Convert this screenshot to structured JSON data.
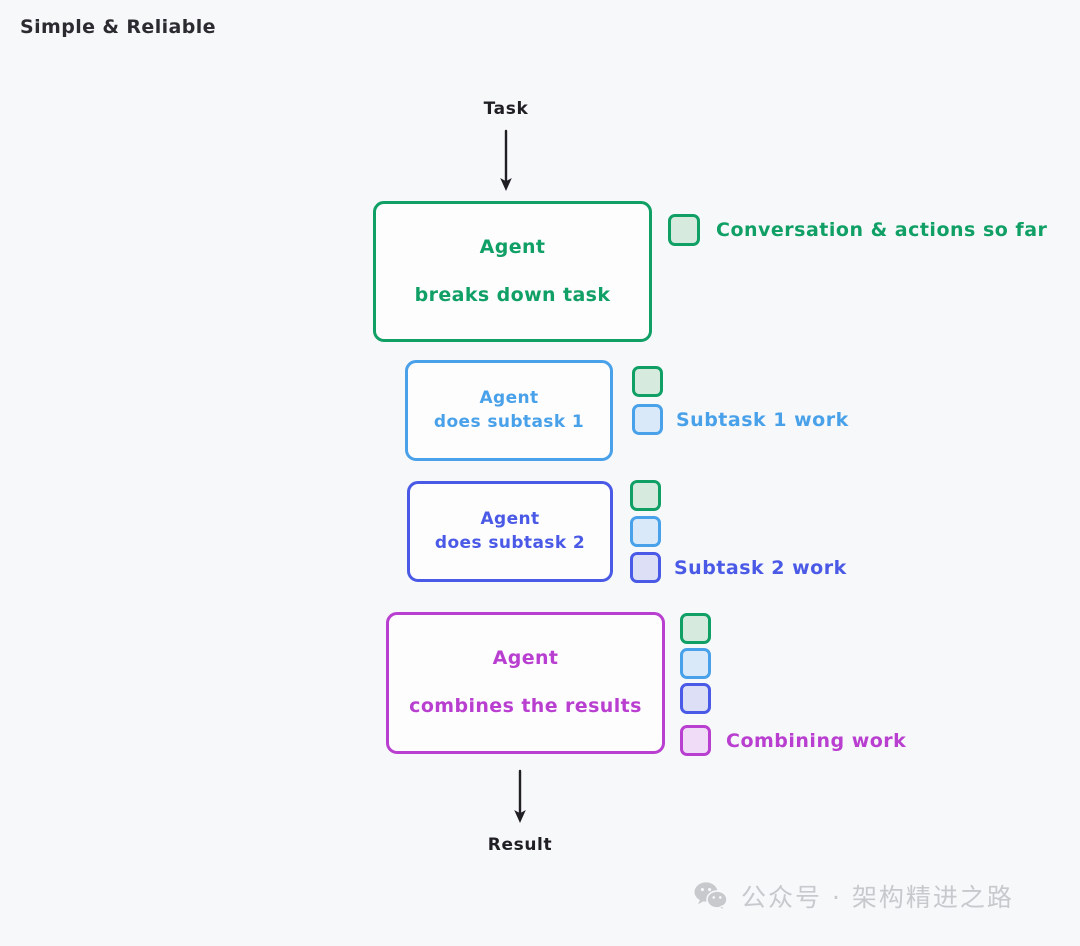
{
  "page": {
    "title": "Simple & Reliable",
    "background_color": "#f7f8fa"
  },
  "flow": {
    "input_label": "Task",
    "output_label": "Result"
  },
  "colors": {
    "green_stroke": "#10a066",
    "green_fill": "#d6eade",
    "light_blue_stroke": "#49a1ea",
    "light_blue_fill": "#d9e9f9",
    "indigo_stroke": "#4a5ae6",
    "indigo_fill": "#dcdff6",
    "purple_stroke": "#b93fd0",
    "purple_fill": "#f0dcf6",
    "arrow_color": "#1f1f24",
    "title_color": "#2b2b30",
    "watermark_color": "#c7c9cd"
  },
  "steps": [
    {
      "id": "breakdown",
      "line1": "Agent",
      "line2": "breaks down task",
      "accent": "#10a066"
    },
    {
      "id": "subtask-1",
      "line1": "Agent",
      "line2": "does subtask 1",
      "accent": "#49a1ea"
    },
    {
      "id": "subtask-2",
      "line1": "Agent",
      "line2": "does subtask 2",
      "accent": "#4a5ae6"
    },
    {
      "id": "combine",
      "line1": "Agent",
      "line2": "combines the results",
      "accent": "#b93fd0"
    }
  ],
  "legends": [
    {
      "id": "conversation",
      "label": "Conversation & actions so far",
      "swatch_count": 1,
      "label_color": "#10a066"
    },
    {
      "id": "subtask-1",
      "label": "Subtask 1 work",
      "swatch_count": 2,
      "label_color": "#49a1ea"
    },
    {
      "id": "subtask-2",
      "label": "Subtask 2 work",
      "swatch_count": 3,
      "label_color": "#4a5ae6"
    },
    {
      "id": "combining",
      "label": "Combining work",
      "swatch_count": 4,
      "label_color": "#b93fd0"
    }
  ],
  "watermark": {
    "icon": "wechat-icon",
    "text": "公众号 · 架构精进之路"
  }
}
